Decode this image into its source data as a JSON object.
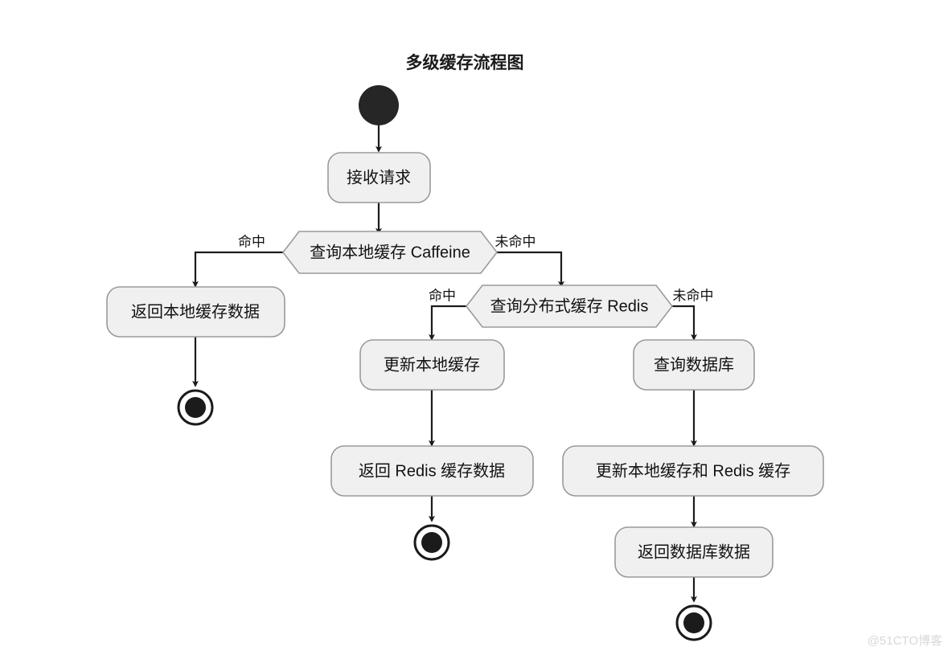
{
  "diagram": {
    "title": "多级缓存流程图",
    "type": "activity-flowchart",
    "watermark": "@51CTO博客",
    "colors": {
      "node_fill": "#f0f0f0",
      "node_stroke": "#9a9a9a",
      "edge_stroke": "#1b1b1b",
      "text": "#121212",
      "background": "#ffffff",
      "watermark": "#d8d8d8"
    },
    "nodes": {
      "start": {
        "kind": "start",
        "label": ""
      },
      "receive_request": {
        "kind": "activity",
        "label": "接收请求"
      },
      "query_local_cache": {
        "kind": "decision",
        "label": "查询本地缓存 Caffeine"
      },
      "return_local_data": {
        "kind": "activity",
        "label": "返回本地缓存数据"
      },
      "end_local": {
        "kind": "end",
        "label": ""
      },
      "query_redis": {
        "kind": "decision",
        "label": "查询分布式缓存 Redis"
      },
      "update_local_cache": {
        "kind": "activity",
        "label": "更新本地缓存"
      },
      "return_redis_data": {
        "kind": "activity",
        "label": "返回 Redis 缓存数据"
      },
      "end_redis": {
        "kind": "end",
        "label": ""
      },
      "query_database": {
        "kind": "activity",
        "label": "查询数据库"
      },
      "update_local_and_redis": {
        "kind": "activity",
        "label": "更新本地缓存和 Redis 缓存"
      },
      "return_db_data": {
        "kind": "activity",
        "label": "返回数据库数据"
      },
      "end_db": {
        "kind": "end",
        "label": ""
      }
    },
    "edge_labels": {
      "caffeine_hit": "命中",
      "caffeine_miss": "未命中",
      "redis_hit": "命中",
      "redis_miss": "未命中"
    },
    "edges": [
      {
        "from": "start",
        "to": "receive_request",
        "label": ""
      },
      {
        "from": "receive_request",
        "to": "query_local_cache",
        "label": ""
      },
      {
        "from": "query_local_cache",
        "to": "return_local_data",
        "label": "命中"
      },
      {
        "from": "query_local_cache",
        "to": "query_redis",
        "label": "未命中"
      },
      {
        "from": "return_local_data",
        "to": "end_local",
        "label": ""
      },
      {
        "from": "query_redis",
        "to": "update_local_cache",
        "label": "命中"
      },
      {
        "from": "query_redis",
        "to": "query_database",
        "label": "未命中"
      },
      {
        "from": "update_local_cache",
        "to": "return_redis_data",
        "label": ""
      },
      {
        "from": "return_redis_data",
        "to": "end_redis",
        "label": ""
      },
      {
        "from": "query_database",
        "to": "update_local_and_redis",
        "label": ""
      },
      {
        "from": "update_local_and_redis",
        "to": "return_db_data",
        "label": ""
      },
      {
        "from": "return_db_data",
        "to": "end_db",
        "label": ""
      }
    ]
  }
}
